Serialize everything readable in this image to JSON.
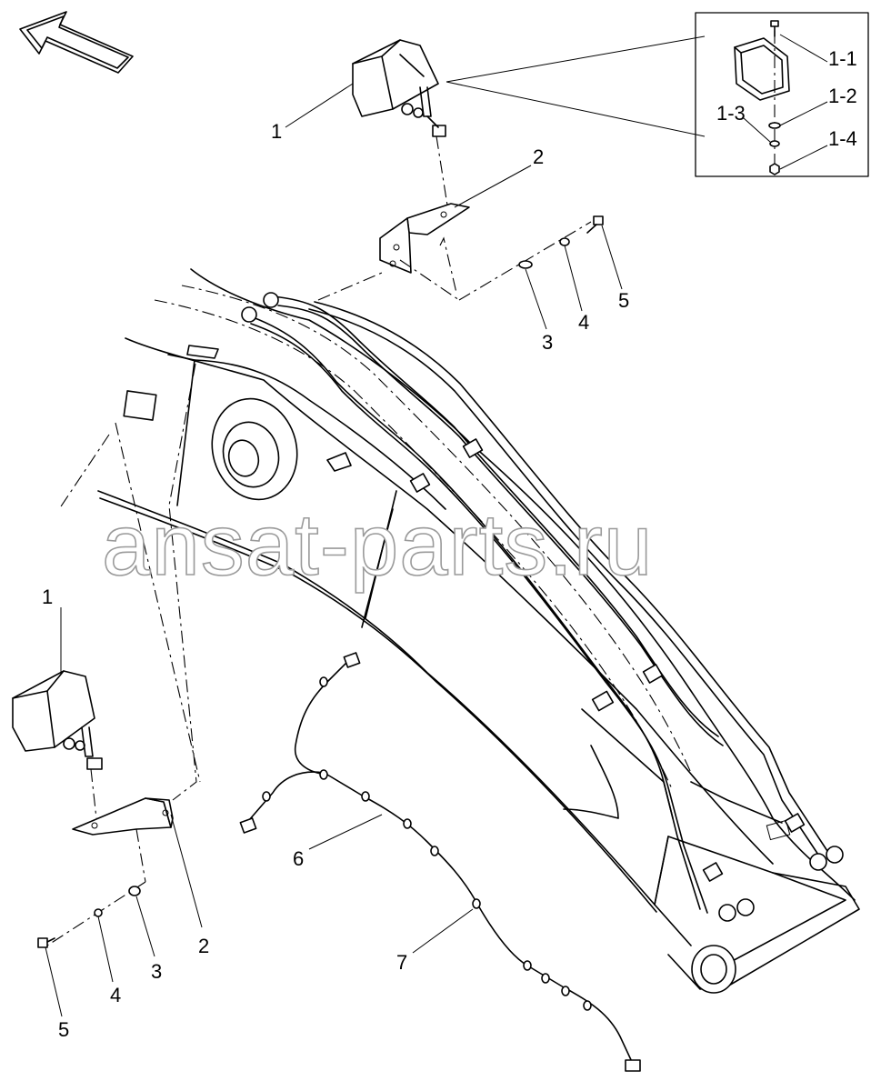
{
  "watermark": "ansat-parts.ru",
  "corner_mark": "",
  "callouts": {
    "top_lamp": "1",
    "top_bracket": "2",
    "top_washer": "3",
    "top_lockwasher": "4",
    "top_bolt": "5",
    "inset_bolt": "1-1",
    "inset_washer": "1-2",
    "inset_lockwasher": "1-3",
    "inset_nut": "1-4",
    "left_lamp": "1",
    "left_bracket": "2",
    "left_washer": "3",
    "left_lockwasher": "4",
    "left_bolt": "5",
    "harness_a": "6",
    "harness_b": "7"
  }
}
